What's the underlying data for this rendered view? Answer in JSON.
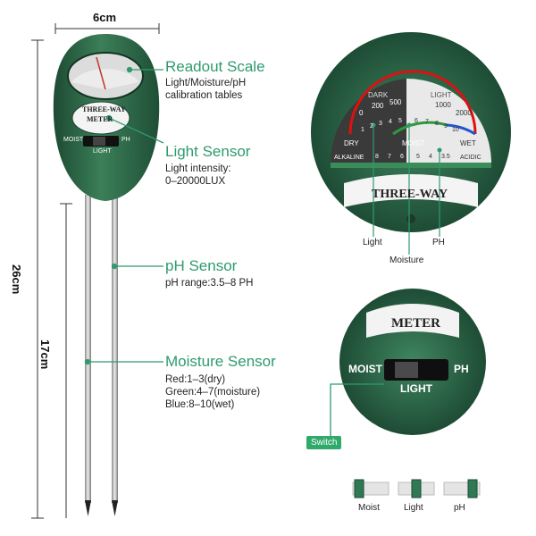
{
  "dimensions": {
    "width": "6cm",
    "total_height": "26cm",
    "probe_length": "17cm"
  },
  "meter": {
    "face_text": "THREE-WAY",
    "face_text2": "METER",
    "switch_left": "MOIST",
    "switch_right": "PH",
    "switch_bottom": "LIGHT"
  },
  "callouts": {
    "readout": {
      "title": "Readout Scale",
      "lines": [
        "Light/Moisture/pH",
        "calibration tables"
      ]
    },
    "light": {
      "title": "Light Sensor",
      "lines": [
        "Light intensity:",
        "0–20000LUX"
      ]
    },
    "ph": {
      "title": "pH Sensor",
      "lines": [
        "pH range:3.5–8 PH"
      ]
    },
    "moisture": {
      "title": "Moisture Sensor",
      "lines": [
        "Red:1–3(dry)",
        "Green:4–7(moisture)",
        "Blue:8–10(wet)"
      ]
    }
  },
  "zoom_dial": {
    "dark": "DARK",
    "light": "LIGHT",
    "dark_scale": [
      "0",
      "200",
      "500"
    ],
    "light_scale": [
      "1000",
      "2000"
    ],
    "moist_scale": [
      "1",
      "2",
      "3",
      "4",
      "5",
      "6",
      "7",
      "8",
      "9",
      "10"
    ],
    "ph_scale": [
      "8",
      "7",
      "6",
      "5",
      "4",
      "3.5"
    ],
    "dry": "DRY",
    "moist": "MOIST",
    "wet": "WET",
    "alkaline": "ALKALINE",
    "acidic": "ACIDIC",
    "brand": "THREE-WAY",
    "pointer_labels": {
      "light": "Light",
      "moisture": "Moisture",
      "ph": "PH"
    }
  },
  "zoom_switch": {
    "brand": "METER",
    "moist": "MOIST",
    "ph": "PH",
    "light": "LIGHT",
    "tag": "Switch"
  },
  "modes": [
    {
      "label": "Moist",
      "position": "left"
    },
    {
      "label": "Light",
      "position": "middle"
    },
    {
      "label": "pH",
      "position": "right"
    }
  ],
  "colors": {
    "accent": "#2e9b6e",
    "meter_green": "#2f6a4a",
    "dark_green": "#1f4a34"
  }
}
